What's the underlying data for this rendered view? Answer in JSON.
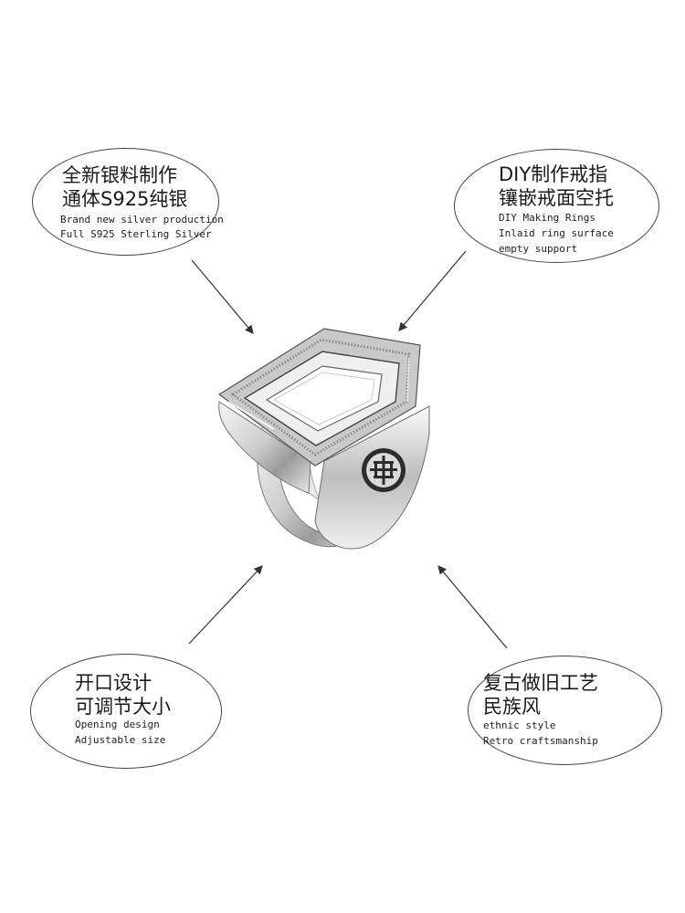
{
  "callouts": [
    {
      "zh": [
        "全新银料制作",
        "通体S925纯银"
      ],
      "en": [
        "Brand new silver production",
        "Full S925 Sterling Silver"
      ]
    },
    {
      "zh": [
        "DIY制作戒指",
        "镶嵌戒面空托"
      ],
      "en": [
        "DIY Making Rings",
        "Inlaid ring surface",
        "empty support"
      ]
    },
    {
      "zh": [
        "开口设计",
        "可调节大小"
      ],
      "en": [
        "Opening design",
        "Adjustable size"
      ]
    },
    {
      "zh": [
        "复古做旧工艺",
        "民族风"
      ],
      "en": [
        "ethnic style",
        "Retro craftsmanship"
      ]
    }
  ],
  "colors": {
    "line": "#444444",
    "text": "#1a1a1a",
    "silver": "#d8d8d8",
    "silver_dark": "#6e6e6e"
  },
  "icons": [
    "arrow-icon",
    "ring-image",
    "shou-symbol-icon"
  ]
}
